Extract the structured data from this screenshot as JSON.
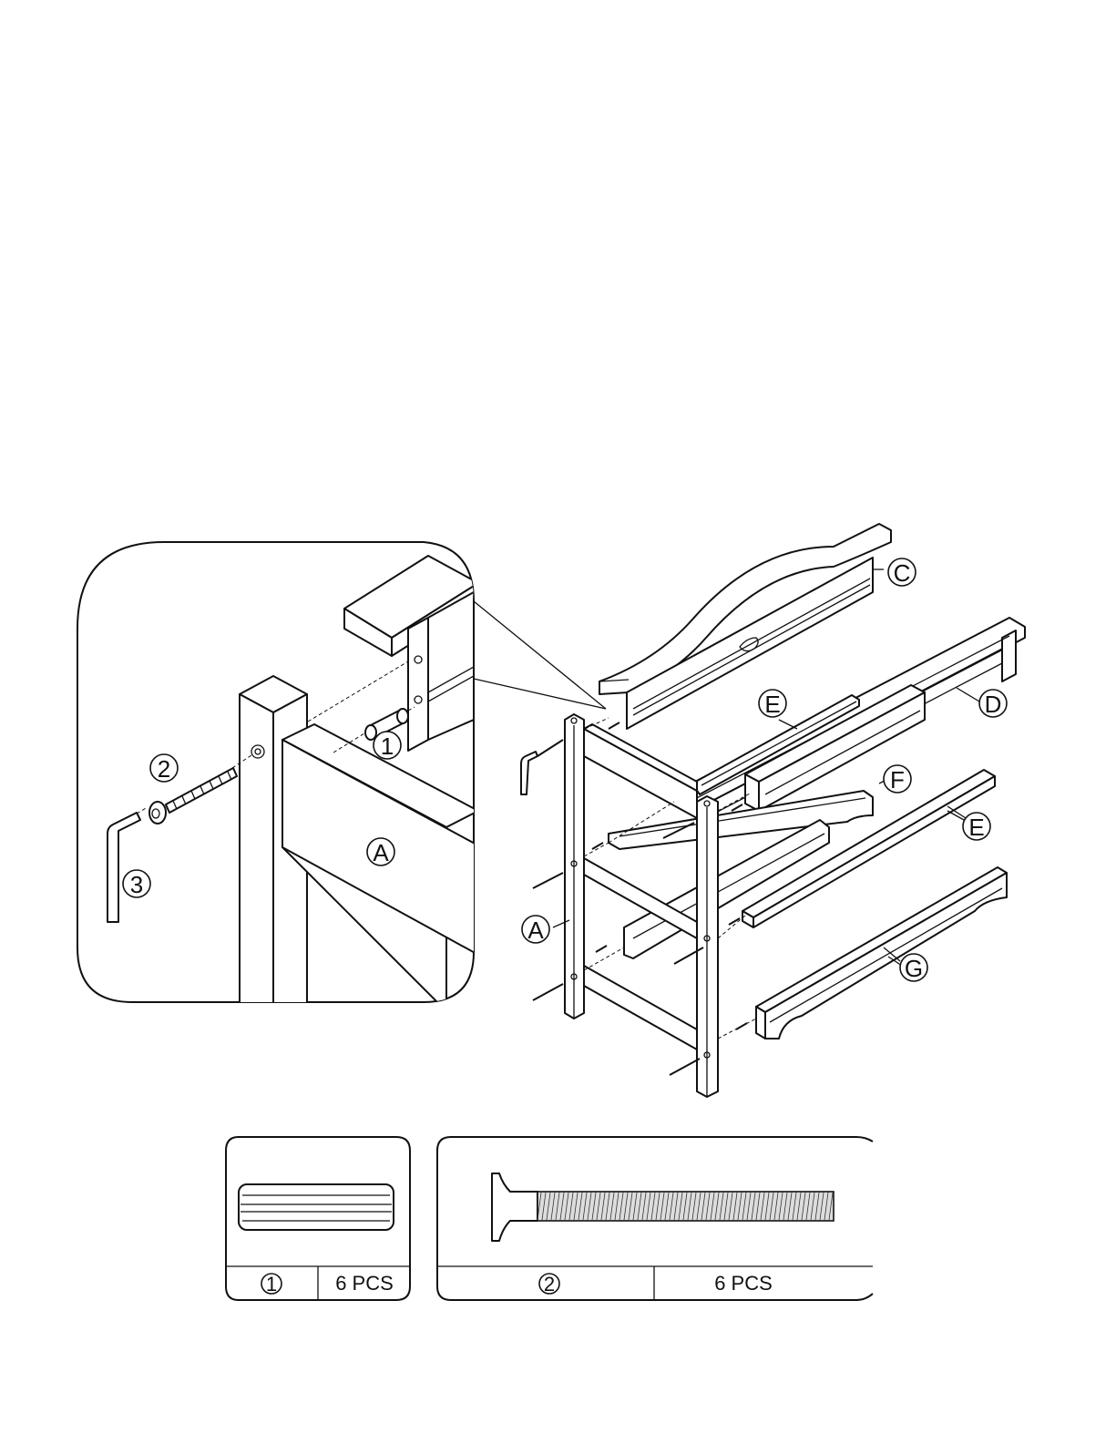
{
  "diagram": {
    "part_labels": {
      "A_detail": "A",
      "A_main": "A",
      "C": "C",
      "D": "D",
      "E_upper": "E",
      "E_lower": "E",
      "F": "F",
      "G": "G"
    },
    "hardware_labels": {
      "dowel": "1",
      "bolt": "2",
      "wrench": "3"
    },
    "parts_table": [
      {
        "id": "1",
        "qty": "6 PCS"
      },
      {
        "id": "2",
        "qty": "6 PCS"
      }
    ]
  }
}
